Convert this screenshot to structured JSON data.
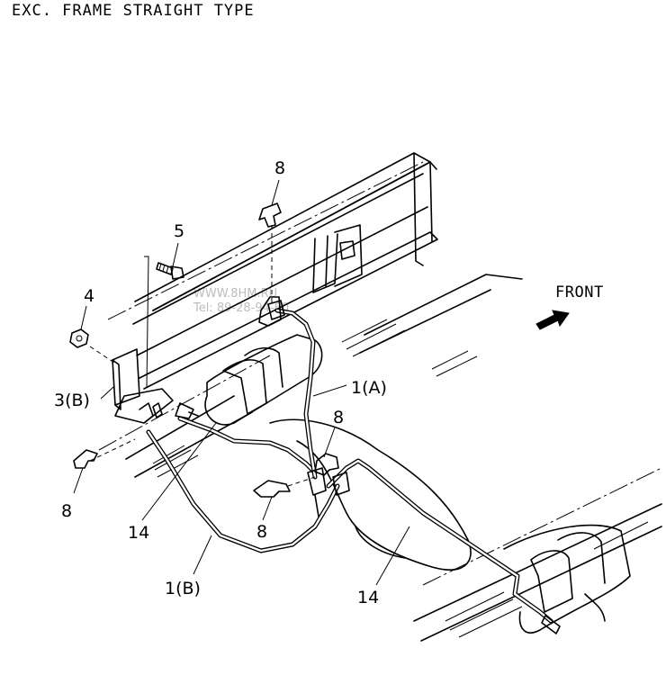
{
  "title": "EXC. FRAME STRAIGHT TYPE",
  "front_label": "FRONT",
  "watermark": [
    "WWW.8HM.RU",
    "Tel: 89-28-94-60"
  ],
  "callouts": {
    "c8_top": "8",
    "c5": "5",
    "c4": "4",
    "c3b": "3(B)",
    "c8_left": "8",
    "c14_left": "14",
    "c1b": "1(B)",
    "c1a": "1(A)",
    "c8_right": "8",
    "c8_mid": "8",
    "c14_right": "14"
  }
}
